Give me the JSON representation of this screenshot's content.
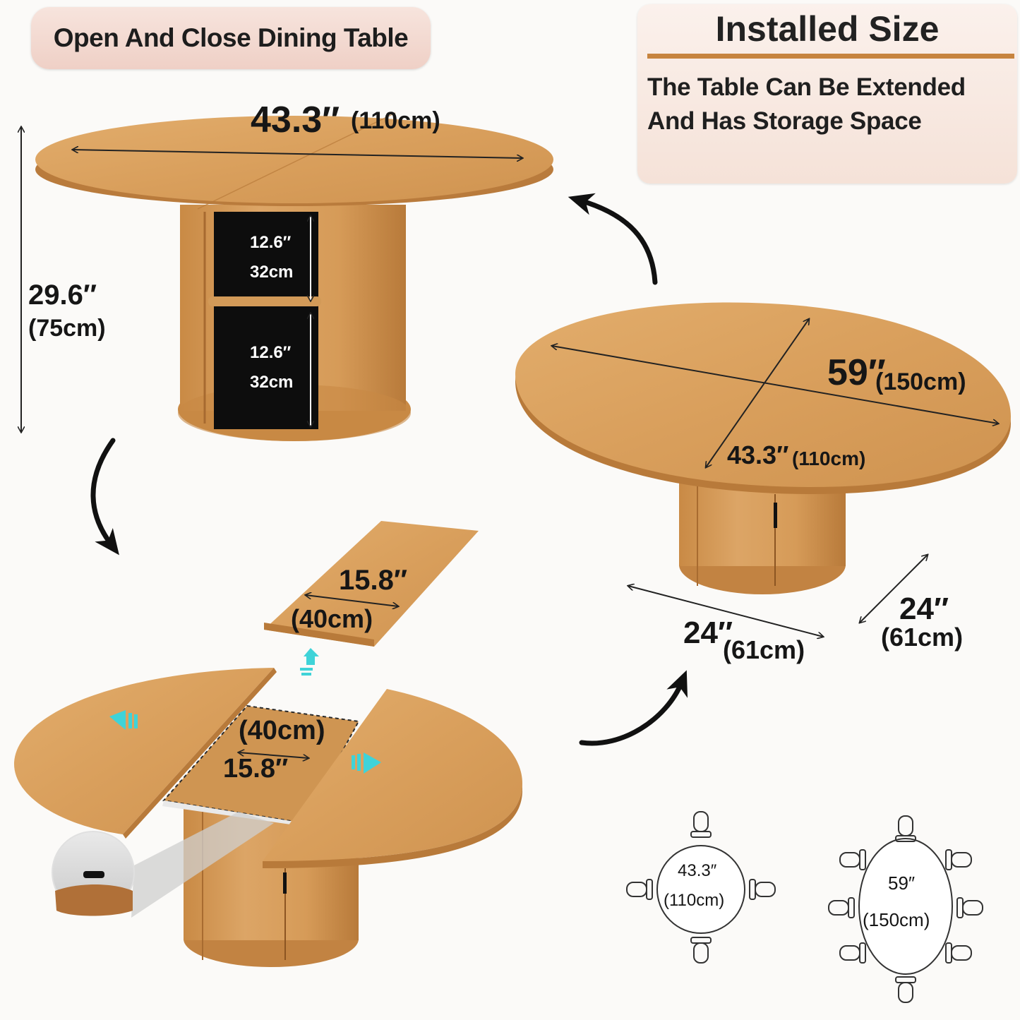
{
  "header": {
    "title": "Open And Close Dining Table"
  },
  "info_box": {
    "title": "Installed Size",
    "line1": "The Table Can Be Extended",
    "line2": "And Has Storage Space"
  },
  "round_table": {
    "diameter_in": "43.3″",
    "diameter_cm": "(110cm)",
    "height_in": "29.6″",
    "height_cm": "(75cm)",
    "shelf_top_in": "12.6″",
    "shelf_top_cm": "32cm",
    "shelf_bottom_in": "12.6″",
    "shelf_bottom_cm": "32cm"
  },
  "leaf": {
    "width_in": "15.8″",
    "width_cm": "(40cm)"
  },
  "opened_table": {
    "gap_cm": "(40cm)",
    "gap_in": "15.8″"
  },
  "oval_table": {
    "length_in": "59″",
    "length_cm": "(150cm)",
    "width_in": "43.3″",
    "width_cm": "(110cm)",
    "base_width_in": "24″",
    "base_width_cm": "(61cm)",
    "base_depth_in": "24″",
    "base_depth_cm": "(61cm)"
  },
  "seating": {
    "round_in": "43.3″",
    "round_cm": "(110cm)",
    "oval_in": "59″",
    "oval_cm": "(150cm)"
  },
  "colors": {
    "wood": "#d9a15c",
    "wood_dark": "#b87a3a",
    "accent_rule": "#c7843f",
    "arrow_cyan": "#3fd3d8"
  }
}
